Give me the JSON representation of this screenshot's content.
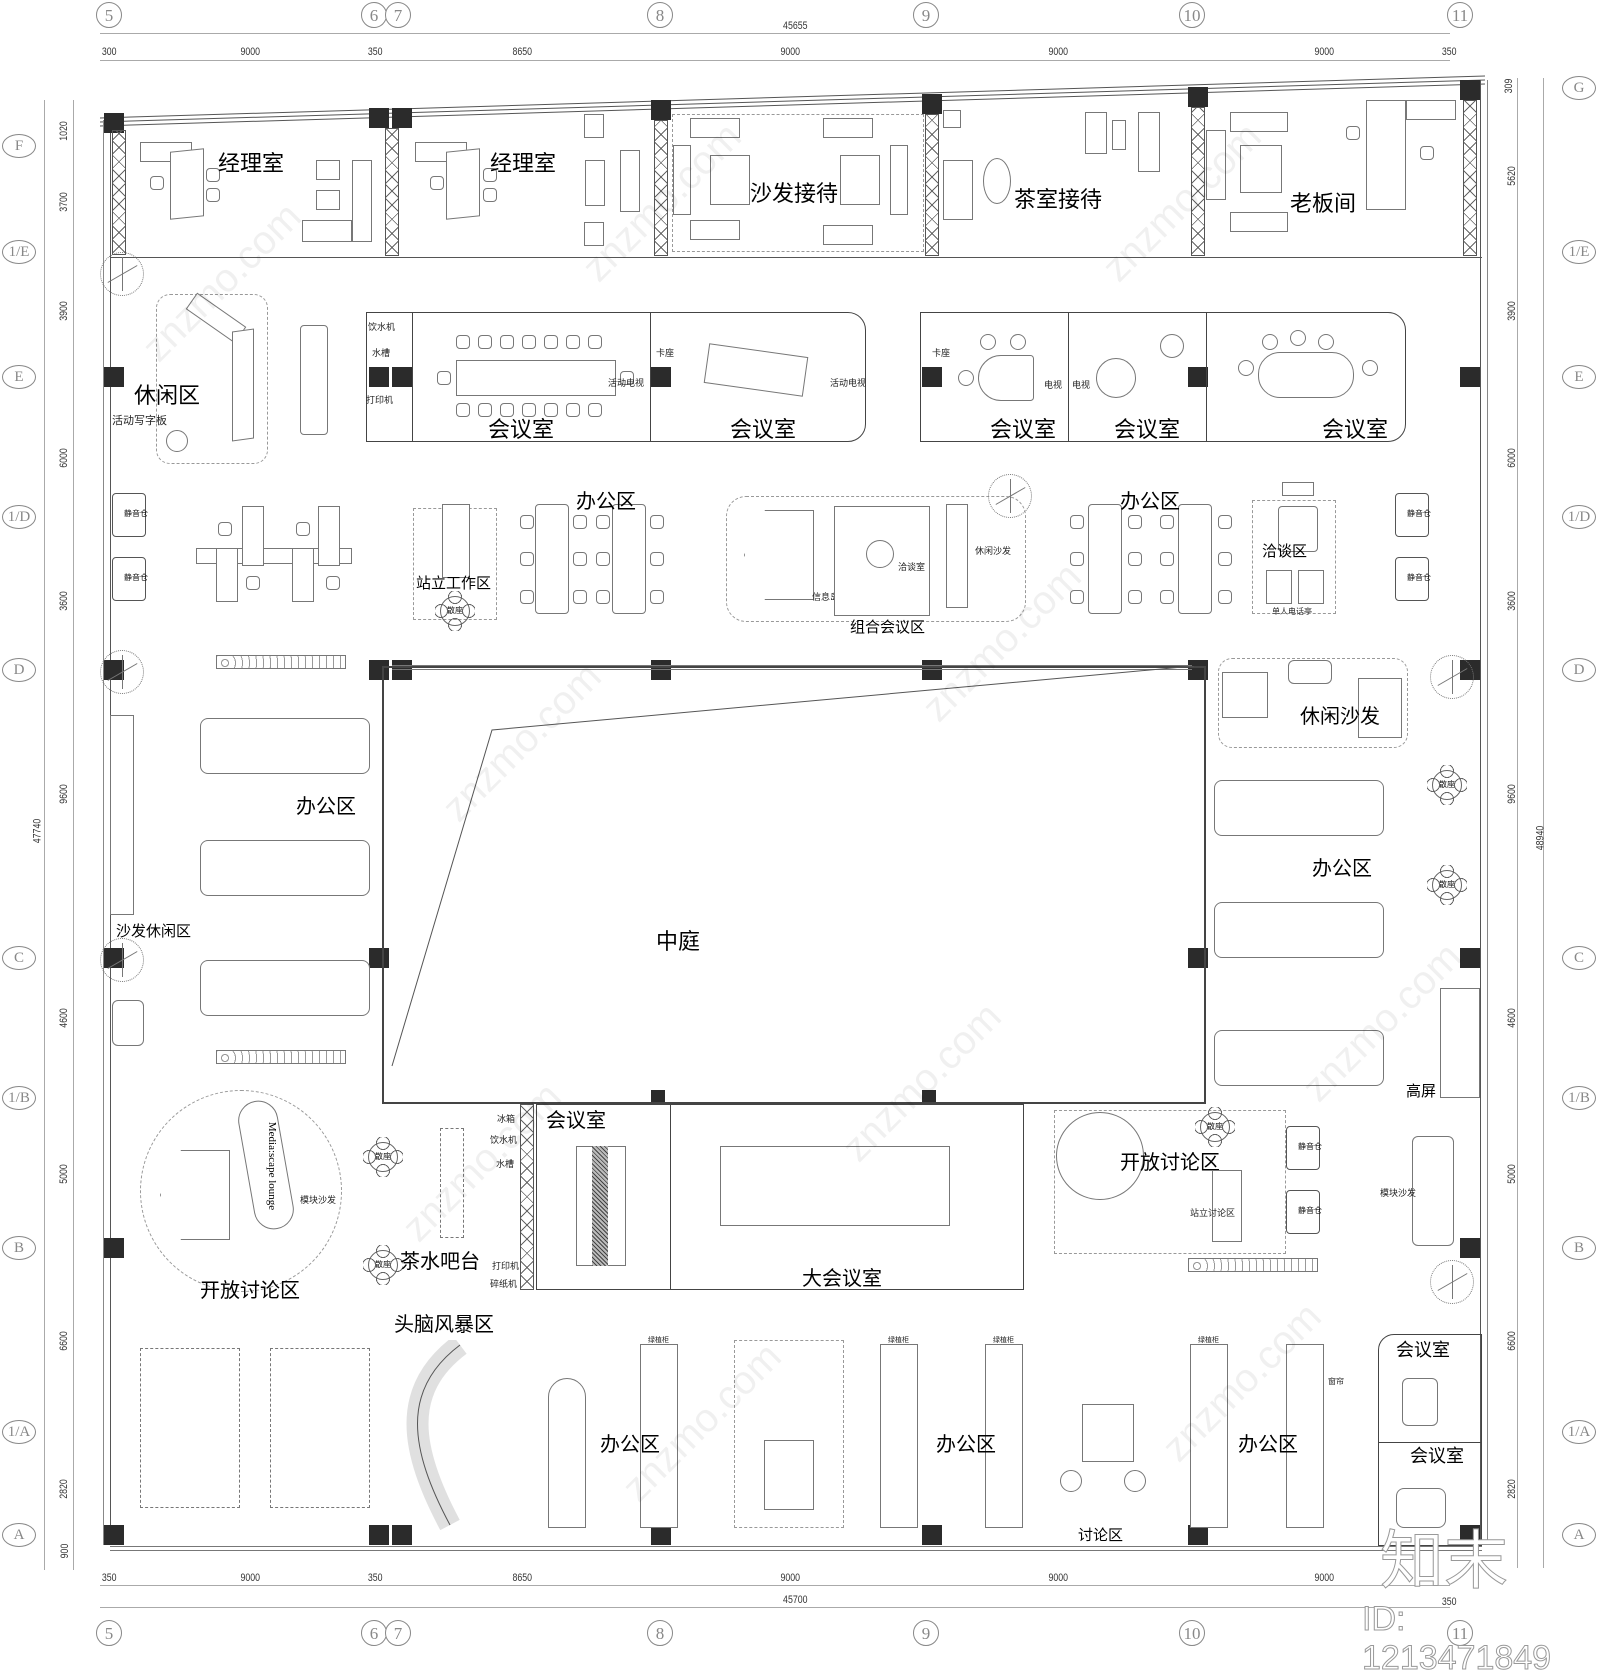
{
  "drawing": {
    "type": "office floor plan",
    "watermark": "znzmo.com",
    "brand_mark": "知末",
    "id_label": "ID: 1213471849"
  },
  "axes": {
    "columns": [
      "5",
      "6",
      "7",
      "8",
      "9",
      "10",
      "11"
    ],
    "rows_left": [
      "F",
      "1/E",
      "E",
      "1/D",
      "D",
      "C",
      "1/B",
      "B",
      "1/A",
      "A"
    ],
    "rows_right": [
      "G",
      "1/E",
      "E",
      "1/D",
      "D",
      "C",
      "1/B",
      "B",
      "1/A",
      "A"
    ]
  },
  "dimensions": {
    "top_total": "45655",
    "top_segments": [
      "300",
      "9000",
      "350",
      "8650",
      "9000",
      "9000",
      "9000",
      "350"
    ],
    "bottom_total": "45700",
    "bottom_segments": [
      "350",
      "9000",
      "350",
      "8650",
      "9000",
      "9000",
      "9000",
      "350"
    ],
    "left_total": "47740",
    "left_segments": [
      "1020",
      "3700",
      "3900",
      "6000",
      "3600",
      "9600",
      "4600",
      "5000",
      "6600",
      "2820",
      "900"
    ],
    "right_total": "48940",
    "right_segments": [
      "309",
      "5620",
      "3900",
      "6000",
      "3600",
      "9600",
      "4600",
      "5000",
      "6600",
      "2820",
      "900"
    ]
  },
  "rooms": {
    "manager_office_1": "经理室",
    "manager_office_2": "经理室",
    "sofa_reception": "沙发接待",
    "tea_reception": "茶室接待",
    "boss_office": "老板间",
    "leisure_area": "休闲区",
    "movable_whiteboard": "活动写字板",
    "meeting_room_1": "会议室",
    "meeting_room_2": "会议室",
    "meeting_room_3": "会议室",
    "meeting_room_4": "会议室",
    "meeting_room_5": "会议室",
    "office_area_north_1": "办公区",
    "office_area_north_2": "办公区",
    "standing_work_area": "站立工作区",
    "combined_meeting_area": "组合会议区",
    "negotiation_area": "洽谈区",
    "leisure_sofa": "休闲沙发",
    "office_area_west": "办公区",
    "office_area_east": "办公区",
    "sofa_leisure_area": "沙发休闲区",
    "atrium": "中庭",
    "open_discussion_west": "开放讨论区",
    "media_lounge": "Media:scape lounge",
    "tea_bar": "茶水吧台",
    "meeting_room_south": "会议室",
    "big_meeting_room": "大会议室",
    "open_discussion_east": "开放讨论区",
    "high_screen": "高屏",
    "brainstorm_area": "头脑风暴区",
    "office_area_south_1": "办公区",
    "office_area_south_2": "办公区",
    "office_area_south_3": "办公区",
    "discussion_area": "讨论区",
    "meeting_room_se_1": "会议室",
    "meeting_room_se_2": "会议室"
  },
  "small_labels": {
    "water_dispenser": "饮水机",
    "sink": "水槽",
    "printer": "打印机",
    "booth": "卡座",
    "mobile_tv": "活动电视",
    "tv": "电视",
    "quiet_pod": "静音仓",
    "loose_seat": "散座",
    "negotiation_room": "洽谈室",
    "casual_sofa": "休闲沙发",
    "info_island": "信息岛",
    "phone_booth": "单人电话亭",
    "modular_sofa": "模块沙发",
    "fridge": "冰箱",
    "shredder": "碎纸机",
    "standing_discussion": "站立讨论区",
    "green_cabinet": "绿植柜",
    "curtain": "窗帘"
  }
}
